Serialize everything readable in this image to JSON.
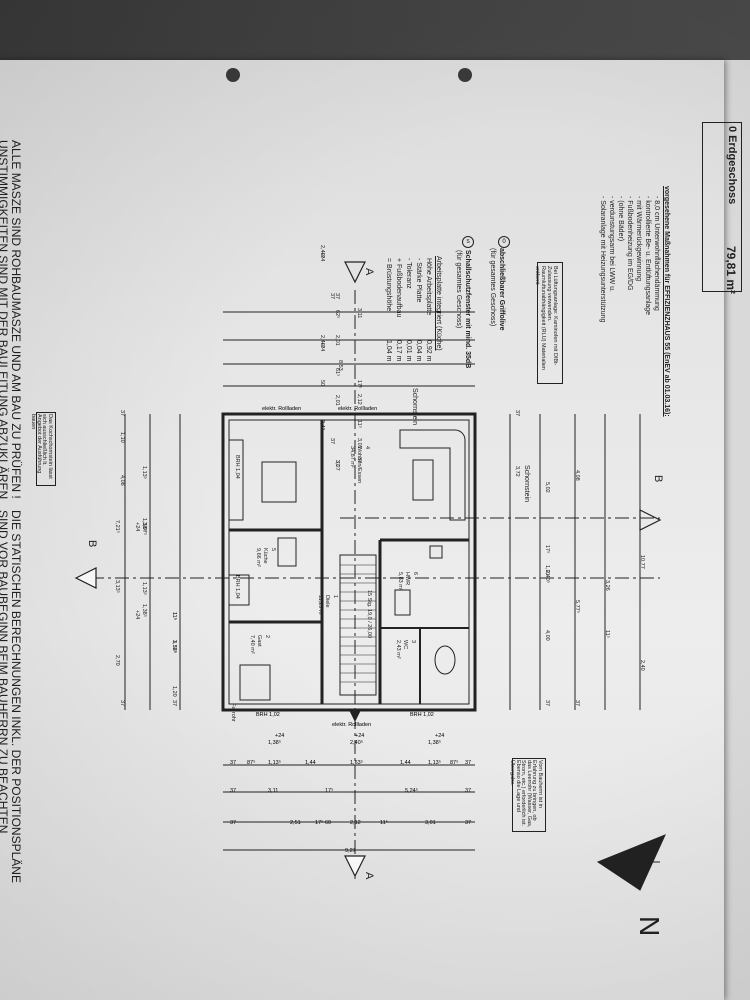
{
  "title_block": {
    "title": "0 Erdgeschoss",
    "area": "79,81 m²"
  },
  "measures": {
    "heading": "vorgesehene Maßnahmen für EFFIZIENZHAUS 55 (EnEV ab 01.03.16):",
    "items": [
      "8,0 cm Unterwohnflächendämmung",
      "kontrollierte Be- u. Entlüftungsanlage",
      "mit Wärmerückgewinnung",
      "Fußbodenheizung im EG/DG",
      "(ohne Bäder)",
      "verdunstungsarm bei LWW u.",
      "Solaranlage mit Heizungsunterstützung"
    ]
  },
  "info_box": "Bei Lüftungsanlage: Kaminofen mit DIBt-Zulassung verwenden. Raumluftunabhängigkeit (RLU) Materialien entfernt",
  "legend": {
    "sd_item_1": "abschließbarer Griffolive",
    "sd_item_1_sub": "(für gesamtes Geschoss)",
    "sd_item_2": "Schallschutzfenster mit mind. 35dB",
    "sd_item_2_sub": "(für gesamtes Geschoss)"
  },
  "kitchen_table": {
    "title": "Arbeitsplatte integriert (Küche)",
    "rows": [
      {
        "label": "Höhe Arbeitsplatte",
        "value": "0,92 m"
      },
      {
        "label": "- Stärke Platte",
        "value": "0,04 m"
      },
      {
        "label": "- Toleranz",
        "value": "0,01 m"
      },
      {
        "label": "+ Fußbodenaufbau",
        "value": "0,17 m"
      },
      {
        "label": "= Brüstungshöhe",
        "value": "1,04 m"
      }
    ]
  },
  "bottom_notes": {
    "line1": "ALLE MASZE SIND ROHBAUMASZE UND AM BAU ZU PRÜFEN !",
    "line2": "UNSTIMMIGKEITEN SIND MIT DER BAULEITUNG ABZUKLÄREN",
    "line3": "DIE STATISCHEN BERECHNUNGEN INKL. DER POSITIONSPLÄNE",
    "line4": "SIND VOR BAUBEGINN BEIM BAUHERRN ZU BEACHTEN"
  },
  "rooms": [
    {
      "name": "Wohnen/Essen",
      "area": "34,87 m²",
      "num": "4"
    },
    {
      "name": "Küche",
      "area": "9,66 m²",
      "num": "5"
    },
    {
      "name": "Gast",
      "area": "7,40 m²",
      "num": "2"
    },
    {
      "name": "Diele",
      "area": "11,29 m²",
      "num": "1"
    },
    {
      "name": "HWR",
      "area": "5,83 m²",
      "num": "6"
    },
    {
      "name": "WC",
      "area": "2,43 m²",
      "num": "3"
    }
  ],
  "labels": {
    "schornstein": "Schornstein",
    "schornstein2": "Schornstein",
    "section_a": "A",
    "section_b": "B",
    "compass": "N",
    "brh1": "BRH 1,04",
    "brh2": "BRH 1,04",
    "brh3": "BRH 1,02",
    "brh4": "BRH 1,02",
    "rollladen": "elektr. Rollladen",
    "fallrohr": "Fallrohr",
    "treppe": "15 Stg. 19,0 / 26,00"
  },
  "dims_top": [
    "37",
    "8,53",
    "37",
    "3,11",
    "17⁵",
    "2,12",
    "11⁵",
    "3,01",
    "37",
    "37",
    "62⁵",
    "2,01",
    "61⁵",
    "2,01",
    "3,27",
    "37",
    "2,40⁵",
    "+24",
    "2,40⁵",
    "+24",
    "50",
    "2,41"
  ],
  "dims_bottom": [
    "37",
    "87⁵",
    "1,13⁵",
    "1,44",
    "1,63⁵",
    "1,44",
    "1,13⁵",
    "87⁵",
    "37",
    "1,38⁵",
    "+24",
    "2,40⁵",
    "+24",
    "1,38⁵",
    "+24",
    "37",
    "3,11",
    "17⁵",
    "5,24⁵",
    "37",
    "37",
    "2,51",
    "17⁵",
    "60",
    "2,12",
    "11⁵",
    "3,01",
    "37",
    "9,27"
  ],
  "dims_left": [
    "37",
    "1,10",
    "1,13⁵",
    "3,07⁵",
    "1,13⁵",
    "3,58⁵",
    "11⁵",
    "4,08",
    "1,38⁵",
    "+24",
    "1,38⁵",
    "+24",
    "7,21⁵",
    "3,13⁵",
    "1,32⁵",
    "11⁵",
    "2,70",
    "1,20",
    "37",
    "37"
  ],
  "dims_right": [
    "37",
    "5,02",
    "3,72",
    "4,08",
    "1,01",
    "2,40⁵",
    "17⁵",
    "4,00",
    "3,26",
    "5,77⁵",
    "10,77",
    "2,40",
    "11⁵",
    "37",
    "37"
  ],
  "right_note": "Vom Bauherrn ist in Erfahrung zu bringen, ob das Leerrohr (Wasser, Gas, Strom, etc.) erforderlich ist. Ebenso die Lage und Übergabe.",
  "left_note": "Das Kochschornstein lässt sich ausschließlich lt. Angebot der Ausführung bauen"
}
